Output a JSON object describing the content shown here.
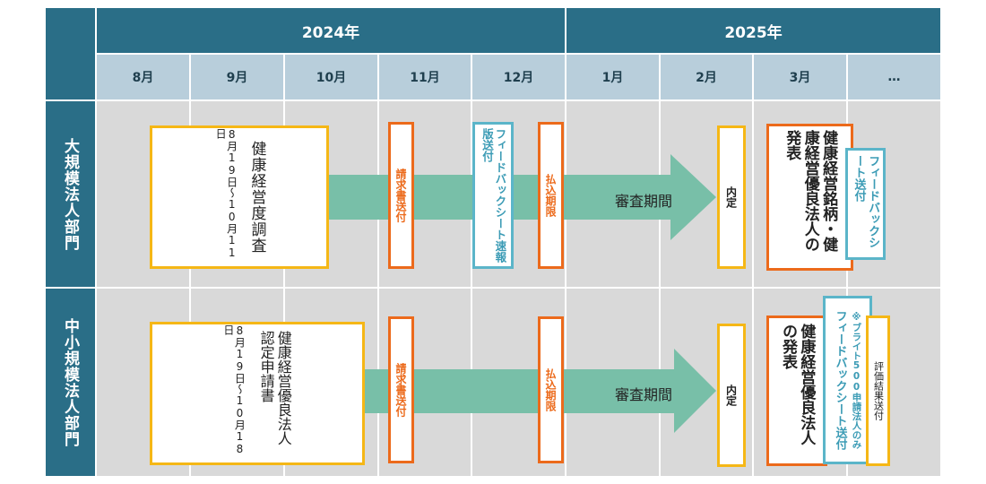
{
  "header": {
    "years": [
      "2024年",
      "2025年"
    ],
    "months": [
      "8月",
      "9月",
      "10月",
      "11月",
      "12月",
      "1月",
      "2月",
      "3月",
      "…"
    ]
  },
  "rows": [
    {
      "label": "大規模法人部門",
      "survey_dates": "8月19日〜10月11日",
      "survey_title": "健康経営度調査",
      "invoice": "請求書送付",
      "feedback_quick": "フィードバックシート速報版送付",
      "deadline": "払込期限",
      "review": "審査期間",
      "decision": "内定",
      "announce": "健康経営銘柄・健康経営優良法人の発表",
      "feedback": "フィードバックシート送付"
    },
    {
      "label": "中小規模法人部門",
      "survey_dates": "8月19日〜10月18日",
      "survey_title": "健康経営優良法人認定申請書",
      "invoice": "請求書送付",
      "deadline": "払込期限",
      "review": "審査期間",
      "decision": "内定",
      "announce": "健康経営優良法人の発表",
      "feedback": "フィードバックシート送付",
      "feedback_note": "※ブライト500申請法人のみ",
      "result": "評価結果送付"
    }
  ],
  "colors": {
    "header": "#2a6e87",
    "month_bg": "#b8cedb",
    "cell_bg": "#d9d9d9",
    "arrow": "#78bfa8",
    "yellow": "#f5b716",
    "orange": "#ec6a1b",
    "teal": "#5bb5c9"
  }
}
